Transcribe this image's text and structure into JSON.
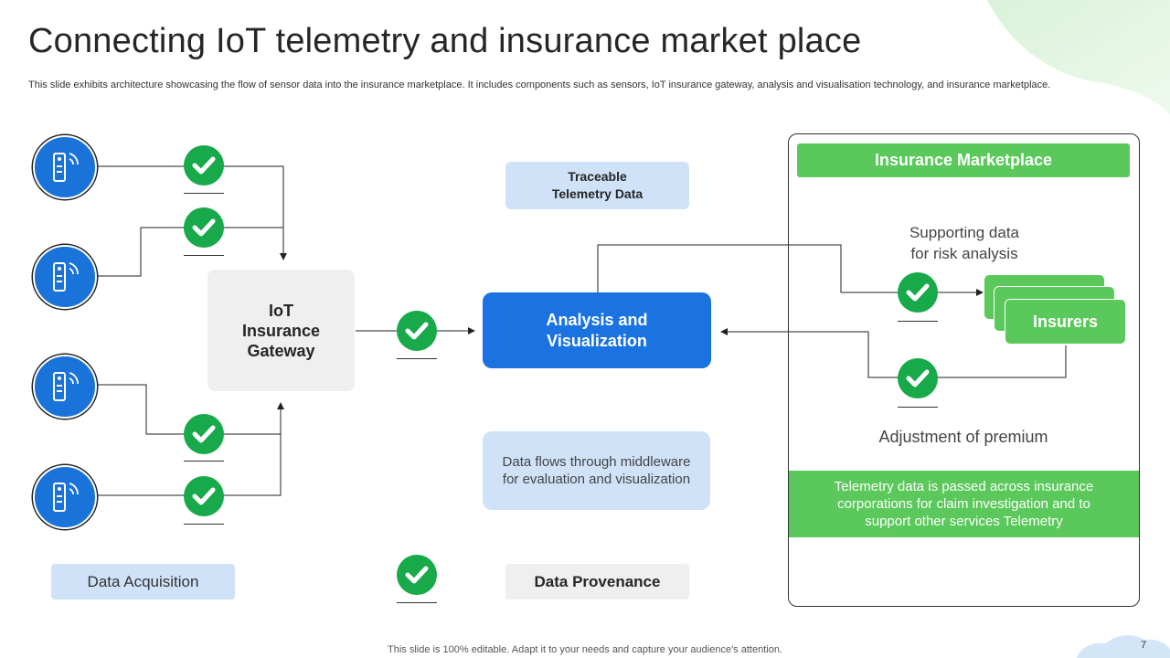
{
  "slide": {
    "title": "Connecting IoT telemetry and insurance market place",
    "subtitle": "This slide exhibits architecture showcasing the flow of sensor data into the insurance marketplace. It includes components such as sensors, IoT insurance gateway, analysis and visualisation technology, and insurance marketplace.",
    "footer": "This slide is 100% editable. Adapt it to your needs and capture your audience's attention.",
    "page_number": "7"
  },
  "diagram": {
    "gateway_label": "IoT\nInsurance\nGateway",
    "analysis_label": "Analysis and\nVisualization",
    "traceable_label": "Traceable\nTelemetry Data",
    "dataflow_label": "Data flows through middleware\nfor evaluation  and visualization",
    "acquisition_label": "Data Acquisition",
    "provenance_label": "Data Provenance"
  },
  "marketplace": {
    "header": "Insurance Marketplace",
    "supporting_label": "Supporting data\nfor risk analysis",
    "insurers_label": "Insurers",
    "adjustment_label": "Adjustment of premium",
    "info_text": "Telemetry data is passed across insurance\ncorporations for claim investigation and to\nsupport other services Telemetry"
  },
  "colors": {
    "accent_blue": "#1a73e0",
    "accent_green": "#5ac85a",
    "check_green": "#17a94a",
    "light_blue": "#cfe2f8",
    "light_gray": "#efefef"
  },
  "icons": {
    "sensor": "sensor-icon",
    "check": "checkmark-icon"
  }
}
